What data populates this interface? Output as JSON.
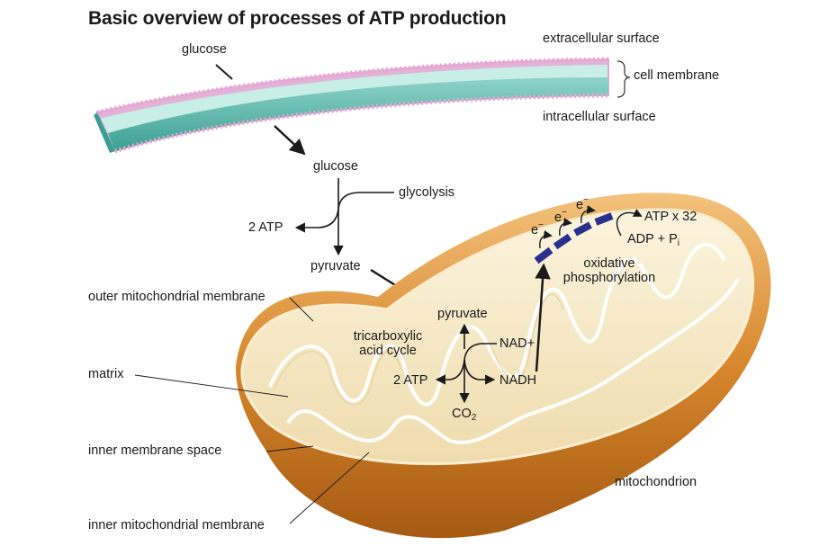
{
  "title": "Basic overview of processes of ATP production",
  "membrane": {
    "extracellular": "extracellular surface",
    "cell_membrane": "cell membrane",
    "intracellular": "intracellular surface",
    "glucose_outside": "glucose"
  },
  "glycolysis": {
    "glucose": "glucose",
    "process": "glycolysis",
    "atp": "2 ATP",
    "pyruvate": "pyruvate"
  },
  "tca": {
    "pyruvate": "pyruvate",
    "name_line1": "tricarboxylic",
    "name_line2": "acid cycle",
    "nad": "NAD+",
    "atp": "2 ATP",
    "nadh": "NADH",
    "co2_main": "CO",
    "co2_sub": "2"
  },
  "oxphos": {
    "electron": "e",
    "electron_sup": "−",
    "atp_out": "ATP x 32",
    "adp_main": "ADP + P",
    "adp_sub": "i",
    "name_line1": "oxidative",
    "name_line2": "phosphorylation"
  },
  "mito_labels": {
    "outer": "outer mitochondrial membrane",
    "matrix": "matrix",
    "ims": "inner membrane space",
    "inner": "inner mitochondrial membrane",
    "mito": "mitochondrion"
  },
  "colors": {
    "membrane_core": "#4fb5a8",
    "membrane_heads": "#e6a7d4",
    "mito_outer": "#d2832a",
    "mito_inner": "#f7ecc9",
    "etc_block": "#2a2f8f"
  }
}
